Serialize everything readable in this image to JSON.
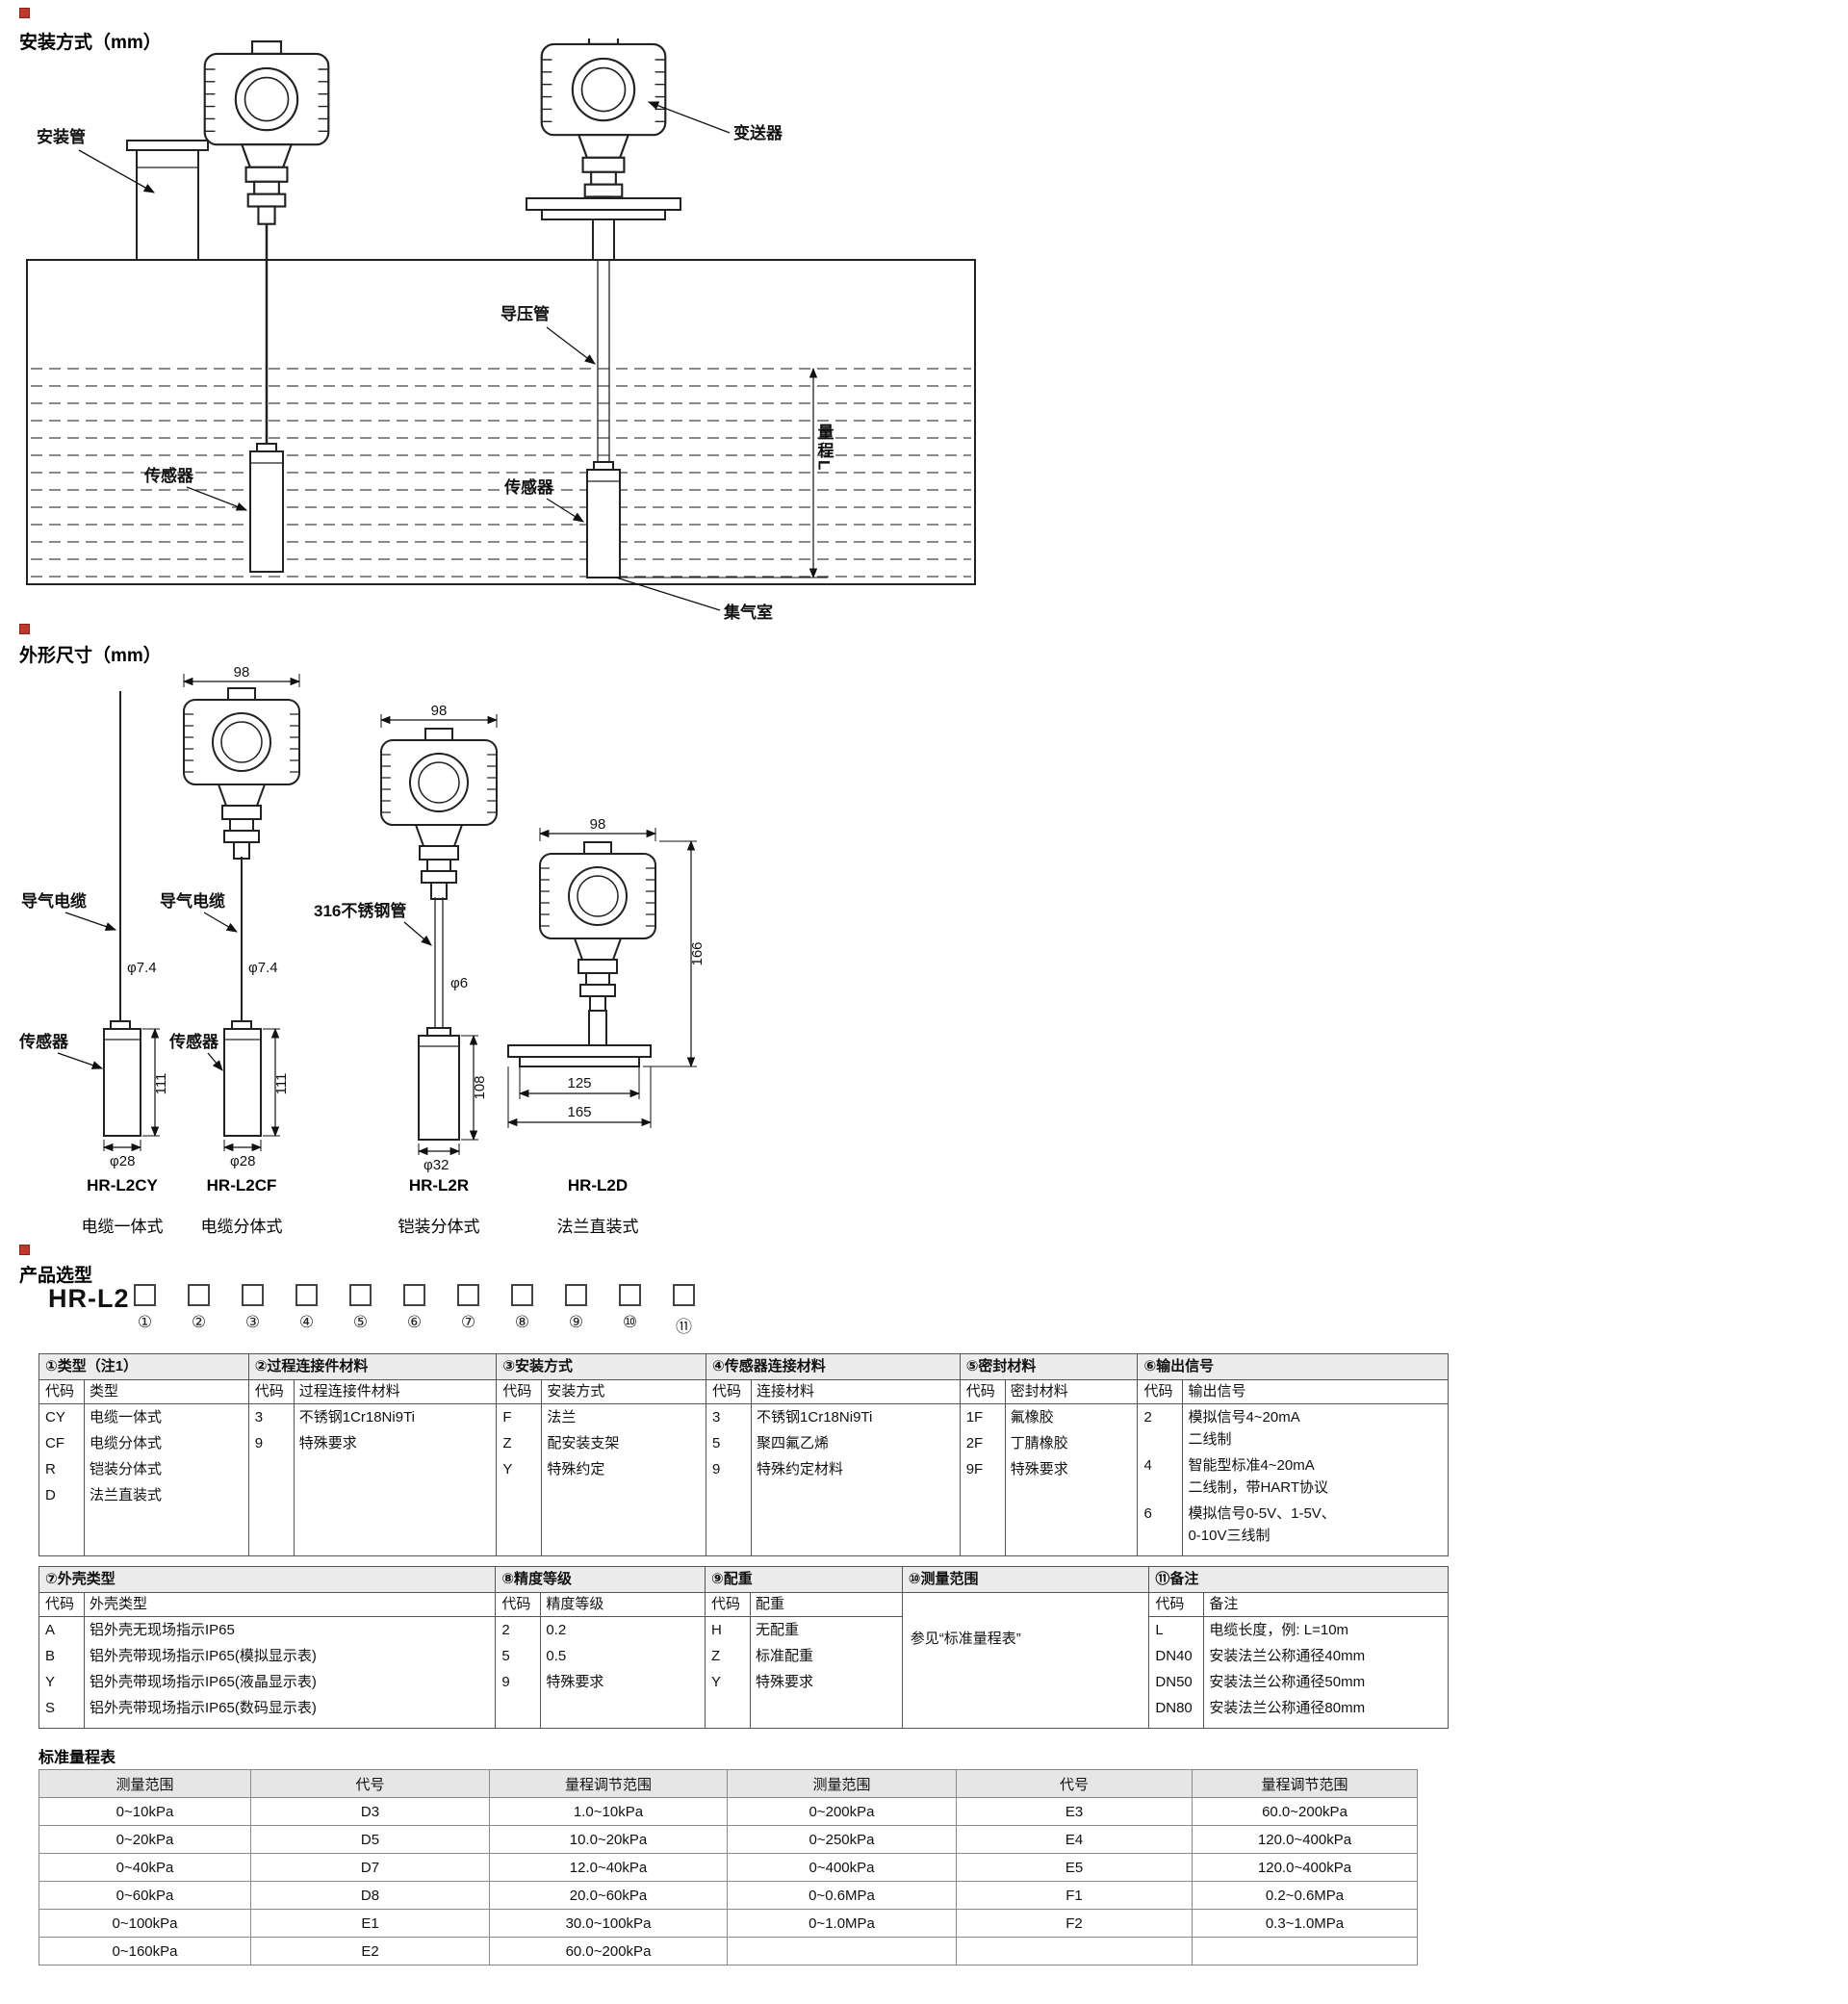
{
  "sections": {
    "install": {
      "title": "安装方式（mm）"
    },
    "dims": {
      "title": "外形尺寸（mm）"
    },
    "selection": {
      "title": "产品选型"
    },
    "range": {
      "title": "标准量程表"
    }
  },
  "install_labels": {
    "mount_pipe": "安装管",
    "transmitter": "变送器",
    "pressure_pipe": "导压管",
    "sensor_left": "传感器",
    "sensor_right": "传感器",
    "range_l": "量程L",
    "gas_chamber": "集气室"
  },
  "dim_labels": {
    "fig1": {
      "cable": "导气电缆",
      "dia_cable": "φ7.4",
      "sensor": "传感器",
      "height": "111",
      "dia_body": "φ28"
    },
    "fig2": {
      "width": "98",
      "cable": "导气电缆",
      "dia_cable": "φ7.4",
      "sensor": "传感器",
      "height": "111",
      "dia_body": "φ28"
    },
    "fig3": {
      "width": "98",
      "pipe": "316不锈钢管",
      "dia_pipe": "φ6",
      "height": "108",
      "dia_body": "φ32"
    },
    "fig4": {
      "width": "98",
      "height": "166",
      "inner_w": "125",
      "outer_w": "165"
    }
  },
  "models": [
    {
      "code": "HR-L2CY",
      "name": "电缆一体式"
    },
    {
      "code": "HR-L2CF",
      "name": "电缆分体式"
    },
    {
      "code": "HR-L2R",
      "name": "铠装分体式"
    },
    {
      "code": "HR-L2D",
      "name": "法兰直装式"
    }
  ],
  "order": {
    "prefix": "HR-L2",
    "positions": [
      "①",
      "②",
      "③",
      "④",
      "⑤",
      "⑥",
      "⑦",
      "⑧",
      "⑨",
      "⑩",
      "⑪"
    ]
  },
  "table1": {
    "groups": [
      {
        "title": "①类型（注1）",
        "code_h": "代码",
        "desc_h": "类型",
        "rows": [
          [
            "CY",
            "电缆一体式"
          ],
          [
            "CF",
            "电缆分体式"
          ],
          [
            "R",
            "铠装分体式"
          ],
          [
            "D",
            "法兰直装式"
          ]
        ]
      },
      {
        "title": "②过程连接件材料",
        "code_h": "代码",
        "desc_h": "过程连接件材料",
        "rows": [
          [
            "3",
            "不锈钢1Cr18Ni9Ti"
          ],
          [
            "9",
            "特殊要求"
          ]
        ]
      },
      {
        "title": "③安装方式",
        "code_h": "代码",
        "desc_h": "安装方式",
        "rows": [
          [
            "F",
            "法兰"
          ],
          [
            "Z",
            "配安装支架"
          ],
          [
            "Y",
            "特殊约定"
          ]
        ]
      },
      {
        "title": "④传感器连接材料",
        "code_h": "代码",
        "desc_h": "连接材料",
        "rows": [
          [
            "3",
            "不锈钢1Cr18Ni9Ti"
          ],
          [
            "5",
            "聚四氟乙烯"
          ],
          [
            "9",
            "特殊约定材料"
          ]
        ]
      },
      {
        "title": "⑤密封材料",
        "code_h": "代码",
        "desc_h": "密封材料",
        "rows": [
          [
            "1F",
            "氟橡胶"
          ],
          [
            "2F",
            "丁腈橡胶"
          ],
          [
            "9F",
            "特殊要求"
          ]
        ]
      },
      {
        "title": "⑥输出信号",
        "code_h": "代码",
        "desc_h": "输出信号",
        "rows": [
          [
            "2",
            "模拟信号4~20mA\n二线制"
          ],
          [
            "4",
            "智能型标准4~20mA\n二线制，带HART协议"
          ],
          [
            "6",
            "模拟信号0-5V、1-5V、\n0-10V三线制"
          ]
        ]
      }
    ]
  },
  "table2": {
    "groups": [
      {
        "title": "⑦外壳类型",
        "code_h": "代码",
        "desc_h": "外壳类型",
        "rows": [
          [
            "A",
            "铝外壳无现场指示IP65"
          ],
          [
            "B",
            "铝外壳带现场指示IP65(模拟显示表)"
          ],
          [
            "Y",
            "铝外壳带现场指示IP65(液晶显示表)"
          ],
          [
            "S",
            "铝外壳带现场指示IP65(数码显示表)"
          ]
        ]
      },
      {
        "title": "⑧精度等级",
        "code_h": "代码",
        "desc_h": "精度等级",
        "rows": [
          [
            "2",
            "0.2"
          ],
          [
            "5",
            "0.5"
          ],
          [
            "9",
            "特殊要求"
          ]
        ]
      },
      {
        "title": "⑨配重",
        "code_h": "代码",
        "desc_h": "配重",
        "rows": [
          [
            "H",
            "无配重"
          ],
          [
            "Z",
            "标准配重"
          ],
          [
            "Y",
            "特殊要求"
          ]
        ]
      },
      {
        "title": "⑩测量范围",
        "note": "参见“标准量程表”"
      },
      {
        "title": "⑪备注",
        "code_h": "代码",
        "desc_h": "备注",
        "rows": [
          [
            "L",
            "电缆长度，例: L=10m"
          ],
          [
            "DN40",
            "安装法兰公称通径40mm"
          ],
          [
            "DN50",
            "安装法兰公称通径50mm"
          ],
          [
            "DN80",
            "安装法兰公称通径80mm"
          ]
        ]
      }
    ]
  },
  "range_table": {
    "headers": [
      "测量范围",
      "代号",
      "量程调节范围",
      "测量范围",
      "代号",
      "量程调节范围"
    ],
    "rows": [
      [
        "0~10kPa",
        "D3",
        "1.0~10kPa",
        "0~200kPa",
        "E3",
        "60.0~200kPa"
      ],
      [
        "0~20kPa",
        "D5",
        "10.0~20kPa",
        "0~250kPa",
        "E4",
        "120.0~400kPa"
      ],
      [
        "0~40kPa",
        "D7",
        "12.0~40kPa",
        "0~400kPa",
        "E5",
        "120.0~400kPa"
      ],
      [
        "0~60kPa",
        "D8",
        "20.0~60kPa",
        "0~0.6MPa",
        "F1",
        "0.2~0.6MPa"
      ],
      [
        "0~100kPa",
        "E1",
        "30.0~100kPa",
        "0~1.0MPa",
        "F2",
        "0.3~1.0MPa"
      ],
      [
        "0~160kPa",
        "E2",
        "60.0~200kPa",
        "",
        "",
        ""
      ]
    ]
  }
}
